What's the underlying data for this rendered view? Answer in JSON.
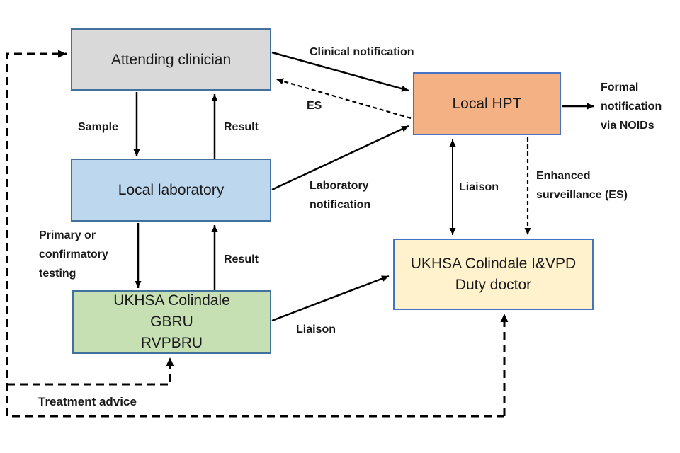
{
  "diagram": {
    "nodes": {
      "attending_clinician": {
        "label": "Attending clinician",
        "fill": "#d9d9d9"
      },
      "local_laboratory": {
        "label": "Local laboratory",
        "fill": "#bdd7ee"
      },
      "ukhsa_gbru": {
        "label": "UKHSA Colindale\nGBRU\nRVPBRU",
        "fill": "#c6e0b4"
      },
      "local_hpt": {
        "label": "Local HPT",
        "fill": "#f4b183"
      },
      "ukhsa_ivpd": {
        "label": "UKHSA Colindale I&VPD\nDuty doctor",
        "fill": "#fff2cc"
      }
    },
    "edge_labels": {
      "clinical_notification": "Clinical notification",
      "es": "ES",
      "sample": "Sample",
      "result_upper": "Result",
      "laboratory_notification": "Laboratory\nnotification",
      "primary_testing": "Primary or\nconfirmatory\ntesting",
      "result_lower": "Result",
      "liaison_gbru": "Liaison",
      "liaison_hpt": "Liaison",
      "enhanced_surveillance": "Enhanced\nsurveillance (ES)",
      "formal_notification": "Formal\nnotification\nvia NOIDs",
      "treatment_advice": "Treatment advice"
    },
    "edges": [
      {
        "from": "attending_clinician",
        "to": "local_hpt",
        "label": "Clinical notification",
        "style": "solid"
      },
      {
        "from": "local_hpt",
        "to": "attending_clinician",
        "label": "ES",
        "style": "dashed"
      },
      {
        "from": "attending_clinician",
        "to": "local_laboratory",
        "label": "Sample",
        "style": "solid"
      },
      {
        "from": "local_laboratory",
        "to": "attending_clinician",
        "label": "Result",
        "style": "solid"
      },
      {
        "from": "local_laboratory",
        "to": "local_hpt",
        "label": "Laboratory notification",
        "style": "solid"
      },
      {
        "from": "local_laboratory",
        "to": "ukhsa_gbru",
        "label": "Primary or confirmatory testing",
        "style": "solid"
      },
      {
        "from": "ukhsa_gbru",
        "to": "local_laboratory",
        "label": "Result",
        "style": "solid"
      },
      {
        "from": "ukhsa_gbru",
        "to": "ukhsa_ivpd",
        "label": "Liaison",
        "style": "solid"
      },
      {
        "from": "local_hpt",
        "to": "ukhsa_ivpd",
        "label": "Liaison",
        "style": "solid-bidirectional"
      },
      {
        "from": "local_hpt",
        "to": "ukhsa_ivpd",
        "label": "Enhanced surveillance (ES)",
        "style": "dashed"
      },
      {
        "from": "local_hpt",
        "to": "external",
        "label": "Formal notification via NOIDs",
        "style": "solid"
      },
      {
        "from": "ukhsa_ivpd",
        "to": "attending_clinician / ukhsa_gbru / ukhsa_ivpd",
        "label": "Treatment advice",
        "style": "dashed"
      }
    ],
    "colors": {
      "border_default": "#41719c",
      "border_bright": "#4472c4",
      "line": "#000000",
      "text": "#1a1a1a"
    }
  }
}
